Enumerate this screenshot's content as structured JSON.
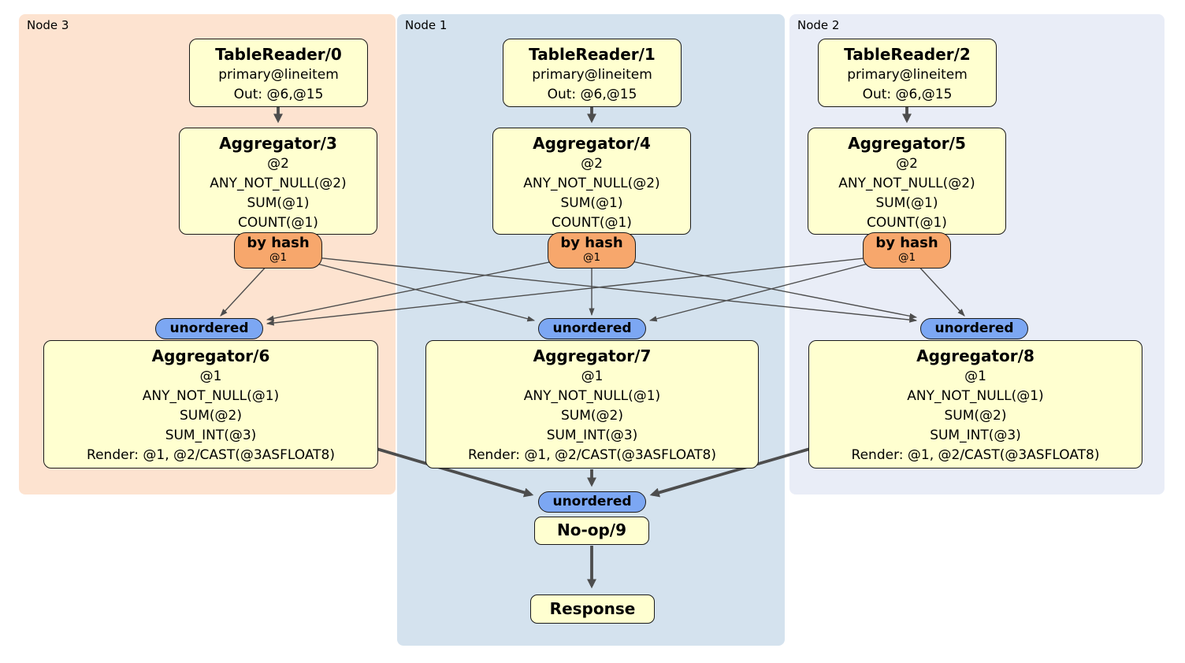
{
  "regions": [
    {
      "label": "Node 3"
    },
    {
      "label": "Node 1"
    },
    {
      "label": "Node 2"
    }
  ],
  "operators": {
    "tr0": {
      "title": "TableReader/0",
      "rows": [
        "primary@lineitem",
        "Out: @6,@15"
      ]
    },
    "tr1": {
      "title": "TableReader/1",
      "rows": [
        "primary@lineitem",
        "Out: @6,@15"
      ]
    },
    "tr2": {
      "title": "TableReader/2",
      "rows": [
        "primary@lineitem",
        "Out: @6,@15"
      ]
    },
    "agg3": {
      "title": "Aggregator/3",
      "rows": [
        "@2",
        "ANY_NOT_NULL(@2)",
        "SUM(@1)",
        "COUNT(@1)"
      ]
    },
    "agg4": {
      "title": "Aggregator/4",
      "rows": [
        "@2",
        "ANY_NOT_NULL(@2)",
        "SUM(@1)",
        "COUNT(@1)"
      ]
    },
    "agg5": {
      "title": "Aggregator/5",
      "rows": [
        "@2",
        "ANY_NOT_NULL(@2)",
        "SUM(@1)",
        "COUNT(@1)"
      ]
    },
    "agg6": {
      "title": "Aggregator/6",
      "rows": [
        "@1",
        "ANY_NOT_NULL(@1)",
        "SUM(@2)",
        "SUM_INT(@3)",
        "Render: @1, @2/CAST(@3ASFLOAT8)"
      ]
    },
    "agg7": {
      "title": "Aggregator/7",
      "rows": [
        "@1",
        "ANY_NOT_NULL(@1)",
        "SUM(@2)",
        "SUM_INT(@3)",
        "Render: @1, @2/CAST(@3ASFLOAT8)"
      ]
    },
    "agg8": {
      "title": "Aggregator/8",
      "rows": [
        "@1",
        "ANY_NOT_NULL(@1)",
        "SUM(@2)",
        "SUM_INT(@3)",
        "Render: @1, @2/CAST(@3ASFLOAT8)"
      ]
    },
    "noop9": {
      "title": "No-op/9"
    },
    "response": {
      "title": "Response"
    }
  },
  "routers": {
    "by_hash": {
      "label": "by hash",
      "detail": "@1"
    },
    "unordered": {
      "label": "unordered"
    }
  },
  "colors": {
    "node3_bg": "#fde3d0",
    "node1_bg": "#d4e2ee",
    "node2_bg": "#e9edf7",
    "operator_fill": "#ffffd0",
    "operator_border": "#1a1a1a",
    "by_hash_fill": "#f7a76c",
    "unordered_fill": "#7ca7f3",
    "edge": "#4d4d4d"
  }
}
